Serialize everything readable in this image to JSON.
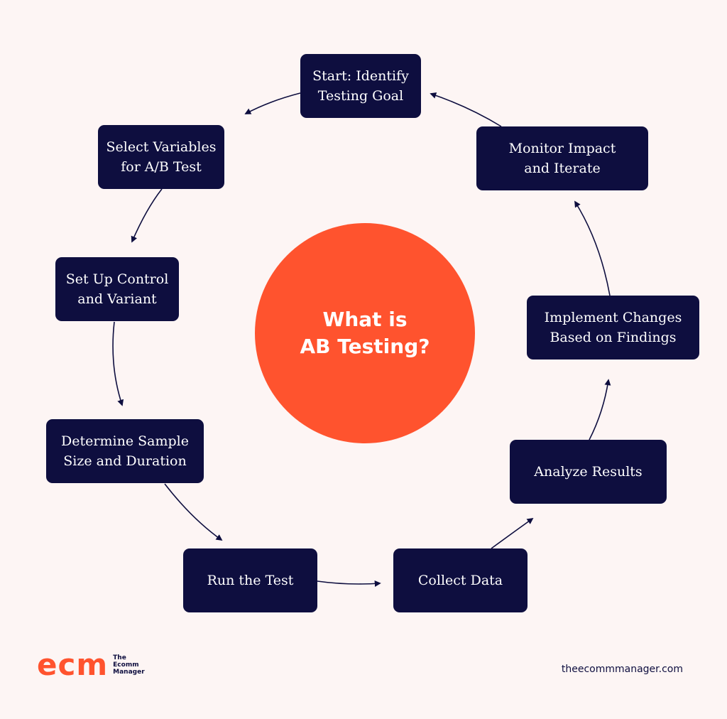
{
  "center": {
    "title": "What is\nAB Testing?"
  },
  "steps": [
    "Start: Identify\nTesting Goal",
    "Select Variables\nfor A/B Test",
    "Set Up Control\nand Variant",
    "Determine Sample\nSize and Duration",
    "Run the Test",
    "Collect Data",
    "Analyze Results",
    "Implement Changes\nBased on Findings",
    "Monitor Impact\nand Iterate"
  ],
  "footer": {
    "logo_mark": "ecm",
    "logo_line1": "The",
    "logo_line2": "Ecomm",
    "logo_line3": "Manager",
    "url": "theecommmanager.com"
  },
  "colors": {
    "background": "#fdf5f4",
    "box": "#0e0e3f",
    "accent": "#ff532e",
    "arrow": "#0e0e3f"
  }
}
